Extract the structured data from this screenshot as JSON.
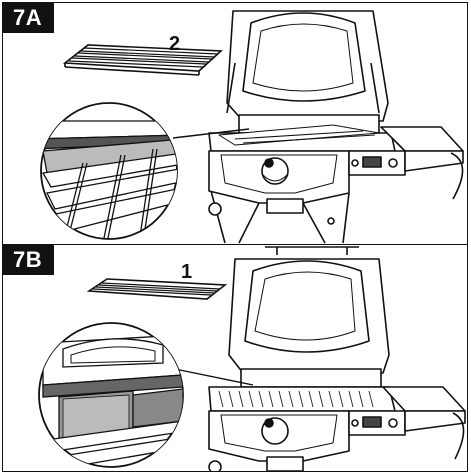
{
  "panel_a": {
    "tag": "7A",
    "step": "2"
  },
  "panel_b": {
    "tag": "7B",
    "step": "1"
  }
}
